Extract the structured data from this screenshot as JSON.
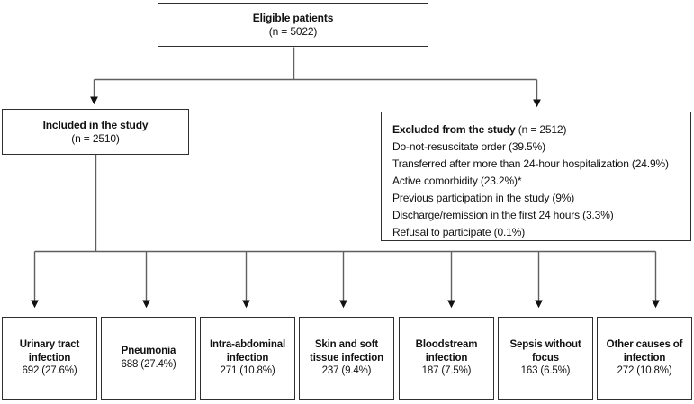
{
  "figure": {
    "type": "patient-flow-diagram",
    "colors": {
      "background": "#ffffff",
      "box_border": "#2e2e2e",
      "connector_line": "#5f5f5f",
      "arrowhead": "#111111"
    },
    "root": {
      "title": "Eligible patients",
      "subtitle": "(n = 5022)"
    },
    "included": {
      "title": "Included in the study",
      "subtitle": "(n = 2510)"
    },
    "excluded": {
      "title": "Excluded from the study",
      "count": " (n = 2512)",
      "reasons": [
        "Do-not-resuscitate order (39.5%)",
        "Transferred after more than 24-hour hospitalization (24.9%)",
        "Active comorbidity (23.2%)*",
        "Previous participation in the study (9%)",
        "Discharge/remission in the first 24 hours (3.3%)",
        "Refusal to participate (0.1%)"
      ]
    },
    "outcomes": [
      {
        "label": "Urinary tract infection",
        "value": "692 (27.6%)"
      },
      {
        "label": "Pneumonia",
        "value": "688 (27.4%)"
      },
      {
        "label": "Intra-abdominal infection",
        "value": "271 (10.8%)"
      },
      {
        "label": "Skin and soft tissue infection",
        "value": "237 (9.4%)"
      },
      {
        "label": "Bloodstream infection",
        "value": "187 (7.5%)"
      },
      {
        "label": "Sepsis without focus",
        "value": "163 (6.5%)"
      },
      {
        "label": "Other causes of infection",
        "value": "272 (10.8%)"
      }
    ]
  }
}
